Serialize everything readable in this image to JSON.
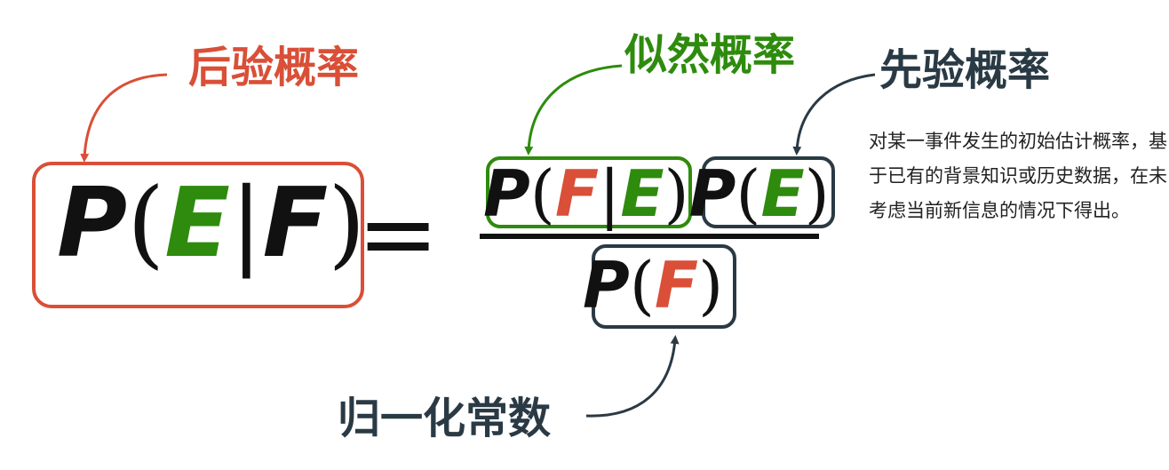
{
  "labels": {
    "posterior": "后验概率",
    "likelihood": "似然概率",
    "prior": "先验概率",
    "normalizing": "归一化常数"
  },
  "prior_description": "对某一事件发生的初始估计概率，基于已有的背景知识或历史数据，在未考虑当前新信息的情况下得出。",
  "formula": {
    "P": "P",
    "E": "E",
    "F": "F",
    "lparen": "(",
    "rparen": ")",
    "bar": "|",
    "equals": "="
  },
  "colors": {
    "posterior": "#d94f37",
    "likelihood": "#2e8b0d",
    "prior": "#2a3a45",
    "event_E": "#2e8b0d",
    "event_F": "#d94f37",
    "text": "#111111"
  }
}
